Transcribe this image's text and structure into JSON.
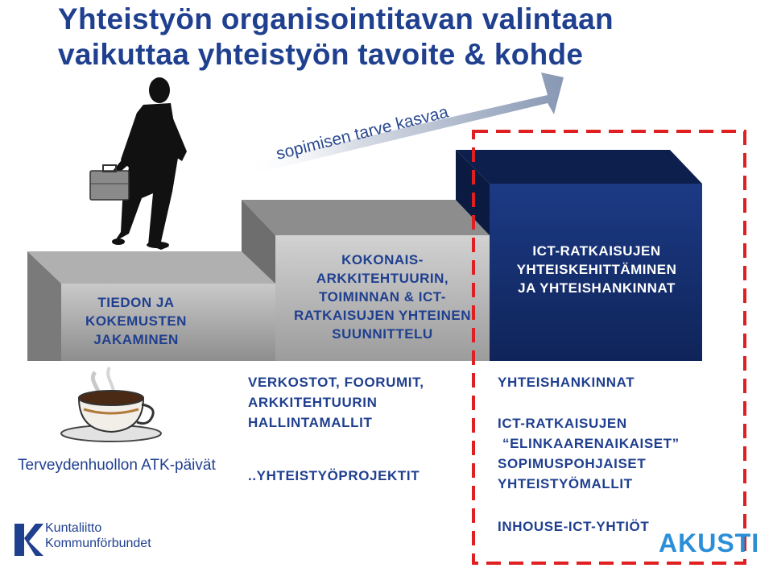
{
  "title": {
    "line1": "Yhteistyön organisointitavan valintaan",
    "line2": "vaikuttaa yhteistyön tavoite & kohde"
  },
  "arrow": {
    "label": "sopimisen tarve kasvaa"
  },
  "steps": [
    {
      "label": "TIEDON JA\nKOKEMUSTEN\nJAKAMINEN",
      "color": "#9a9a9a"
    },
    {
      "label": "KOKONAIS-\nARKKITEHTUURIN,\nTOIMINNAN & ICT-\nRATKAISUJEN YHTEINEN\nSUUNNITTELU",
      "color": "#a8a8a8"
    },
    {
      "label": "ICT-RATKAISUJEN\nYHTEISKEHITTÄMINEN\nJA YHTEISHANKINNAT",
      "color": "#16306f"
    }
  ],
  "middle_column": {
    "line1": "VERKOSTOT, FOORUMIT,",
    "line2": "ARKKITEHTUURIN",
    "line3": "HALLINTAMALLIT",
    "line4": "..YHTEISTYÖPROJEKTIT"
  },
  "right_column": {
    "line1": "YHTEISHANKINNAT",
    "line2": "ICT-RATKAISUJEN",
    "line3": "“ELINKAARENAIKAISET”",
    "line4": "SOPIMUSPOHJAISET",
    "line5": "YHTEISTYÖMALLIT",
    "line6": "INHOUSE-ICT-YHTIÖT"
  },
  "logos": {
    "event": "Terveydenhuollon ATK-päivät",
    "kuntaliitto_line1": "Kuntaliitto",
    "kuntaliitto_line2": "Kommunförbundet",
    "akusti": "AKUSTI"
  },
  "icons": {
    "businessman": "businessman-with-briefcase-icon",
    "coffee": "coffee-cup-icon"
  },
  "colors": {
    "title": "#1f3f8f",
    "highlight_box": "#e02020",
    "dark_step": "#16306f"
  }
}
